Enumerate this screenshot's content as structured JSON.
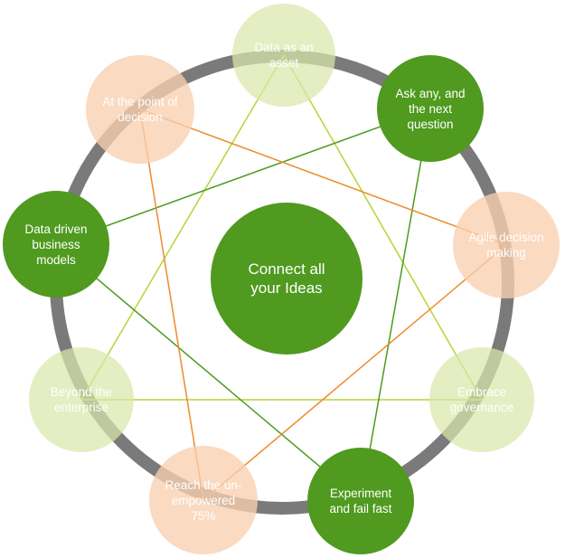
{
  "center": {
    "label": "Connect all your Ideas"
  },
  "nodes": [
    {
      "id": "data-asset",
      "label": "Data as an asset",
      "style": "lightgreen"
    },
    {
      "id": "ask-any",
      "label": "Ask any, and the next question",
      "style": "dark"
    },
    {
      "id": "agile",
      "label": "Agile decision making",
      "style": "peach"
    },
    {
      "id": "embrace",
      "label": "Embrace governance",
      "style": "lightgreen"
    },
    {
      "id": "experiment",
      "label": "Experiment and fail fast",
      "style": "dark"
    },
    {
      "id": "reach",
      "label": "Reach the un-empowered 75%",
      "style": "peach"
    },
    {
      "id": "beyond",
      "label": "Beyond the enterprise",
      "style": "lightgreen"
    },
    {
      "id": "data-driven",
      "label": "Data driven business models",
      "style": "dark"
    },
    {
      "id": "point-decision",
      "label": "At the point of decision",
      "style": "peach"
    }
  ],
  "connections": [
    {
      "from": "data-asset",
      "to": "embrace",
      "color": "#b7d437"
    },
    {
      "from": "data-asset",
      "to": "beyond",
      "color": "#b7d437"
    },
    {
      "from": "beyond",
      "to": "embrace",
      "color": "#b7d437"
    },
    {
      "from": "ask-any",
      "to": "data-driven",
      "color": "#4f9a1f"
    },
    {
      "from": "ask-any",
      "to": "experiment",
      "color": "#4f9a1f"
    },
    {
      "from": "data-driven",
      "to": "experiment",
      "color": "#4f9a1f"
    },
    {
      "from": "point-decision",
      "to": "agile",
      "color": "#f08a2c"
    },
    {
      "from": "point-decision",
      "to": "reach",
      "color": "#f08a2c"
    },
    {
      "from": "agile",
      "to": "reach",
      "color": "#f08a2c"
    }
  ],
  "colors": {
    "dark_green": "#4f9a1f",
    "light_green": "#dae8aa",
    "peach": "#f8d0b0",
    "ring": "#7a7a7a",
    "line_light_green": "#b7d437",
    "line_dark_green": "#4f9a1f",
    "line_orange": "#f08a2c"
  }
}
